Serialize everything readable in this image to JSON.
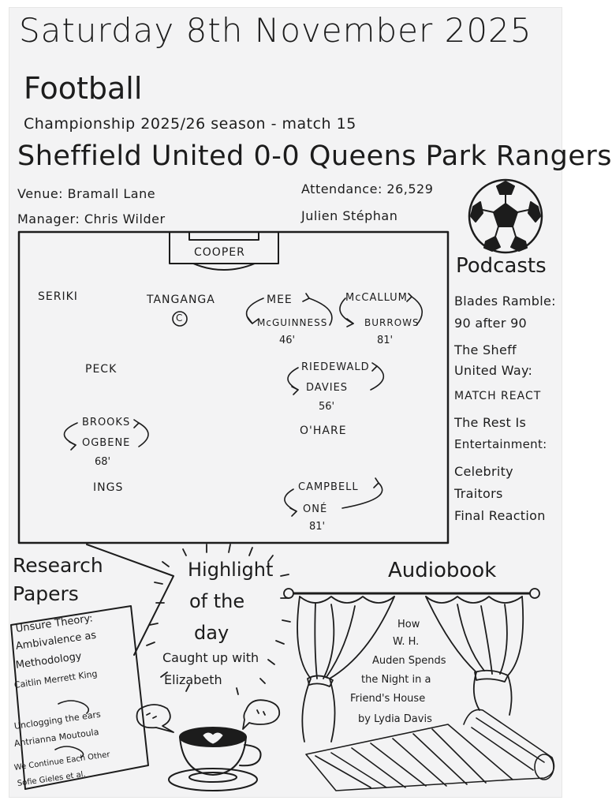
{
  "date": "Saturday 8th November 2025",
  "sport": "Football",
  "competition": "Championship 2025/26 season - match 15",
  "match": {
    "home": "Sheffield United",
    "home_score": "0",
    "away_score": "0",
    "away": "Queens Park Rangers",
    "score_line": "Sheffield United 0-0 Queens Park Rangers"
  },
  "venue": "Venue: Bramall Lane",
  "attendance": "Attendance: 26,529",
  "manager": "Manager: Chris Wilder",
  "opponent_manager": "Julien Stéphan",
  "lineup": {
    "goalkeeper": "COOPER",
    "players": {
      "seriki": "SERIKI",
      "tanganga": "TANGANGA",
      "captain_mark": "C",
      "mee": "MEE",
      "mcguinness": "McGUINNESS",
      "mcguinness_min": "46'",
      "mccallum": "McCALLUM",
      "burrows": "BURROWS",
      "burrows_min": "81'",
      "peck": "PECK",
      "riedewald": "RIEDEWALD",
      "davies": "DAVIES",
      "davies_min": "56'",
      "brooks": "BROOKS",
      "ogbene": "OGBENE",
      "ogbene_min": "68'",
      "ohare": "O'HARE",
      "ings": "INGS",
      "campbell": "CAMPBELL",
      "one": "ONÉ",
      "one_min": "81'"
    }
  },
  "podcasts": {
    "heading": "Podcasts",
    "items": [
      "Blades Ramble:",
      "90 after 90",
      "The Sheff",
      "United Way:",
      "MATCH REACT",
      "The Rest Is",
      "Entertainment:",
      "Celebrity",
      "Traitors",
      "Final Reaction"
    ]
  },
  "research": {
    "heading_1": "Research",
    "heading_2": "Papers",
    "lines": [
      "Unsure Theory:",
      "Ambivalence as",
      "Methodology",
      "Caitlin Merrett King",
      "Unclogging the ears",
      "Antrianna Moutoula",
      "We Continue Each Other",
      "Sofie Gieles et al."
    ]
  },
  "highlight": {
    "line1": "Highlight",
    "line2": "of the",
    "line3": "day",
    "line4": "Caught up with",
    "line5": "Elizabeth"
  },
  "audiobook": {
    "heading": "Audiobook",
    "lines": [
      "How",
      "W. H.",
      "Auden Spends",
      "the Night in a",
      "Friend's House",
      "by Lydia Davis"
    ]
  },
  "colors": {
    "paper": "#f3f3f4",
    "ink": "#1c1c1c"
  },
  "icons": [
    "football-icon",
    "coffee-cup-icon",
    "speech-bubble-icon",
    "curtains-icon",
    "rug-icon",
    "book-icon",
    "sun-rays-icon"
  ]
}
